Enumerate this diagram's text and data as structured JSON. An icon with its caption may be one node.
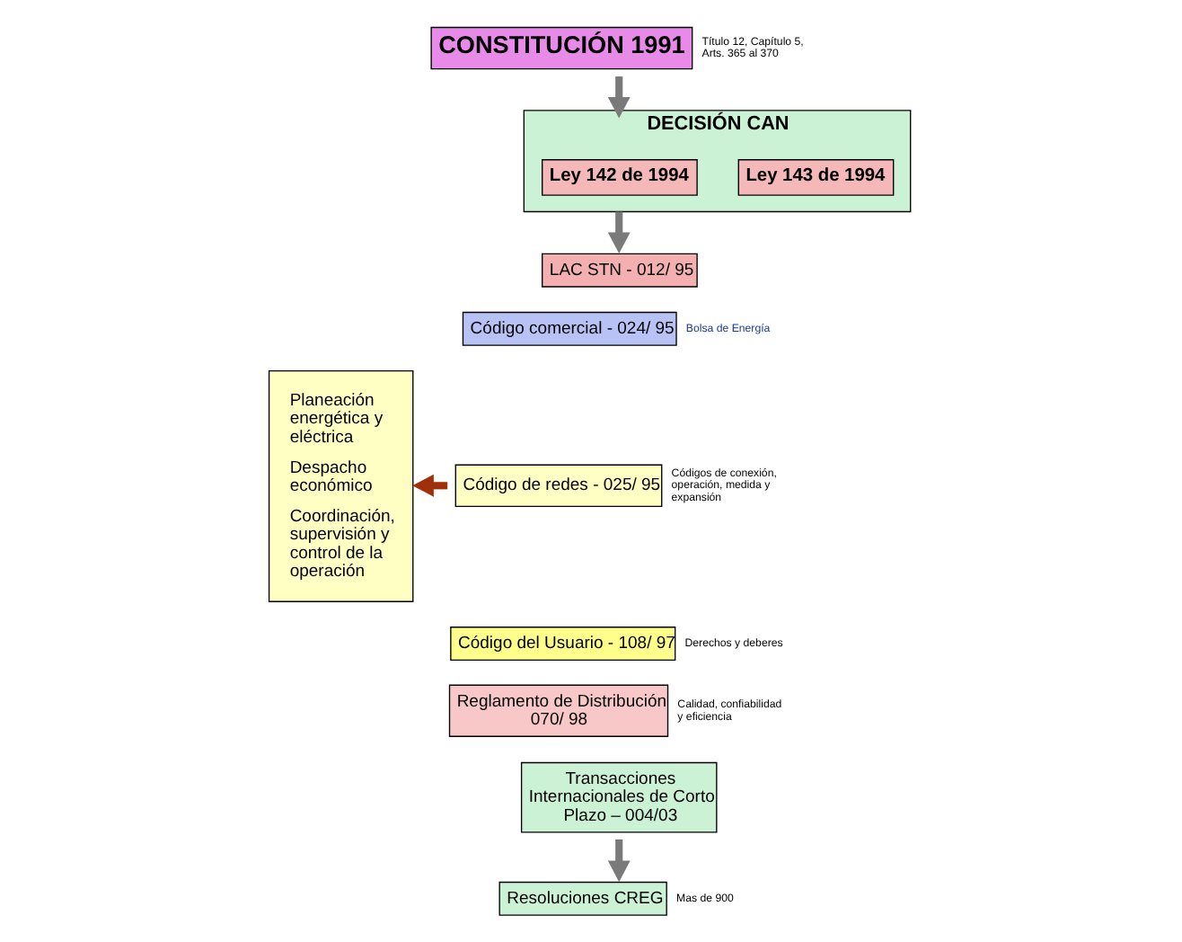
{
  "diagram": {
    "nodes": [
      {
        "text": [
          "CONSTITUCIÓN 1991"
        ],
        "beside": [
          "Título 12, Capítulo 5, Arts. 365 al 370"
        ]
      },
      {
        "text": [
          "DECISIÓN CAN"
        ]
      },
      {
        "text": [
          "Ley 142 de 1994"
        ],
        "in": 1
      },
      {
        "text": [
          "Ley 143 de 1994"
        ],
        "in": 1
      },
      {
        "text": [
          "LAC STN - 012/ 95"
        ]
      },
      {
        "text": [
          "Código comercial - 024/ 95"
        ],
        "beside": [
          "Bolsa de Energía"
        ]
      },
      {
        "text": [
          "Código de redes - 025/ 95"
        ],
        "beside": [
          "Códigos de conexión, operación, medida y expansión"
        ]
      },
      {
        "text": [
          "Código del Usuario - 108/ 97"
        ],
        "beside": [
          "Derechos y deberes"
        ]
      },
      {
        "text": [
          "Reglamento de Distribución 070/ 98"
        ],
        "beside": [
          "Calidad, confiabilidad y eficiencia"
        ]
      },
      {
        "text": [
          "Transacciones Internacionales de Corto Plazo – 004/03"
        ]
      },
      {
        "text": [
          "Resoluciones CREG"
        ],
        "beside": [
          "Mas de 900"
        ]
      },
      {
        "text": [
          "Planeación energética y eléctrica",
          "Despacho económico",
          "Coordinación, supervisión y control de la operación"
        ]
      }
    ],
    "edges": [
      {
        "from": 0,
        "to": 1,
        "arrow": "to"
      },
      {
        "from": 1,
        "to": 4,
        "arrow": "to"
      },
      {
        "from": 9,
        "to": 10,
        "arrow": "to"
      },
      {
        "from": 6,
        "to": 11,
        "arrow": "to",
        "color": "#a0300a"
      }
    ]
  }
}
